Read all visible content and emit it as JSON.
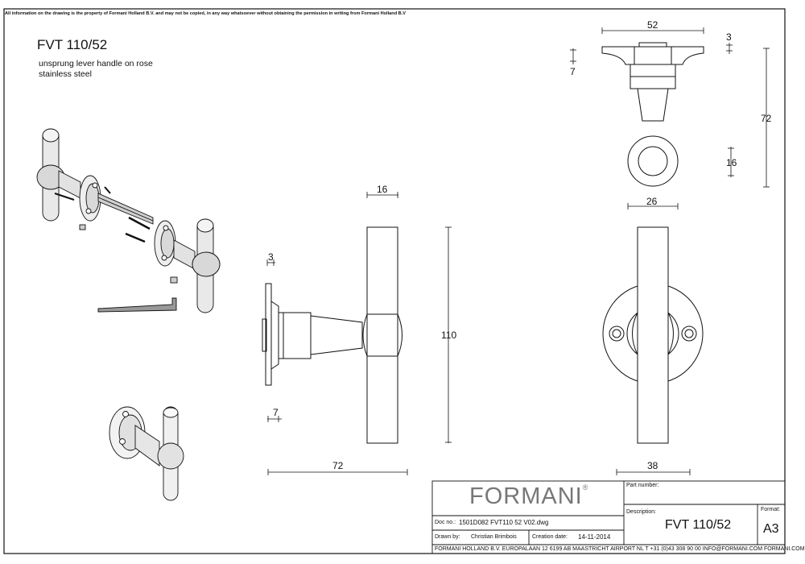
{
  "notice": "All information on the drawing is the property of Formani Holland B.V. and may not be copied, in any way whatsoever without obtaining the permission in writing from Formani Holland B.V",
  "title": "FVT 110/52",
  "description_lines": [
    "unsprung lever handle on rose",
    "stainless steel"
  ],
  "dimensions": {
    "top_width": "52",
    "top_plate": "3",
    "top_rose": "7",
    "top_height": "72",
    "top_ring": "16",
    "top_collar": "26",
    "side_plate": "3",
    "side_bar": "16",
    "side_length": "110",
    "side_rose": "7",
    "side_projection": "72",
    "front_width": "38"
  },
  "title_block": {
    "logo": "FORMANI",
    "logo_mark": "®",
    "part_number_label": "Part number:",
    "doc_no_label": "Doc no.:",
    "doc_no": "1501D082 FVT110 52 V02.dwg",
    "drawn_by_label": "Drawn by:",
    "drawn_by": "Christian Brimbois",
    "creation_date_label": "Creation date:",
    "creation_date": "14-11-2014",
    "description_label": "Description:",
    "description": "FVT 110/52",
    "format_label": "Format:",
    "format": "A3",
    "footer": "FORMANI HOLLAND B.V. EUROPALAAN 12 6199 AB MAASTRICHT AIRPORT NL T +31 (0)43 308 90 00 INFO@FORMANI.COM FORMANI.COM"
  }
}
